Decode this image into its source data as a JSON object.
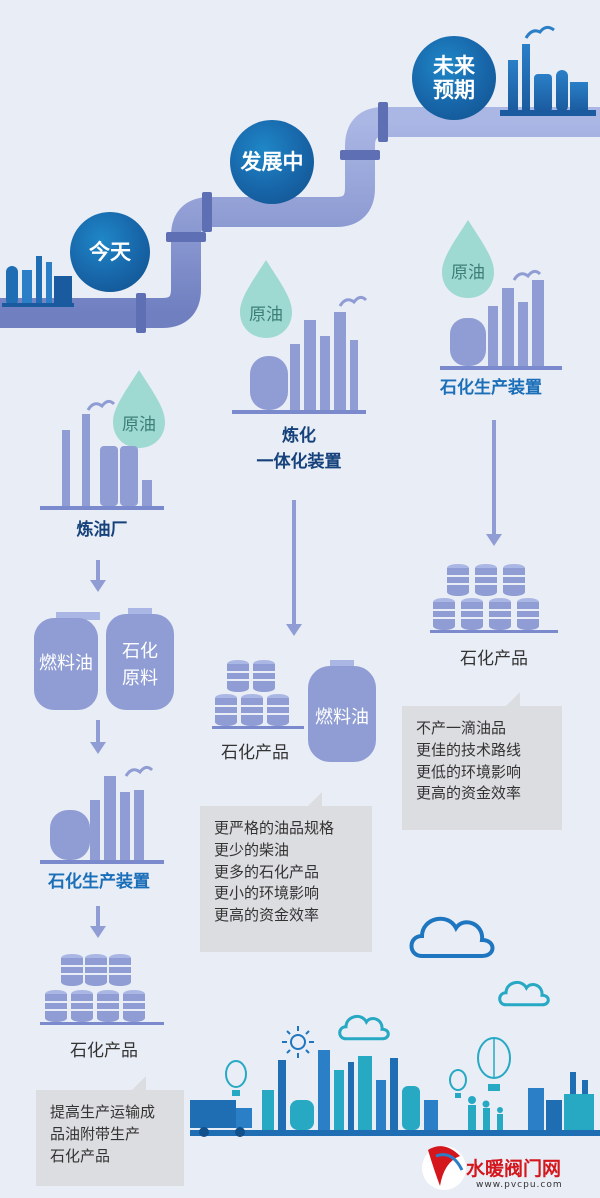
{
  "stages": {
    "today": "今天",
    "developing": "发展中",
    "future_line1": "未来",
    "future_line2": "预期"
  },
  "crude_oil_label": "原油",
  "columns": {
    "refinery": {
      "unit_name": "炼油厂",
      "tank_fuel": "燃料油",
      "tank_petchem_line1": "石化",
      "tank_petchem_line2": "原料",
      "second_unit": "石化生产装置",
      "product_label": "石化产品",
      "notes": [
        "提高生产运输成",
        "品油附带生产",
        "石化产品"
      ]
    },
    "integrated": {
      "unit_line1": "炼化",
      "unit_line2": "一体化装置",
      "product_label": "石化产品",
      "tank_fuel": "燃料油",
      "notes": [
        "更严格的油品规格",
        "更少的柴油",
        "更多的石化产品",
        "更小的环境影响",
        "更高的资金效率"
      ]
    },
    "future": {
      "unit_name": "石化生产装置",
      "product_label": "石化产品",
      "notes": [
        "不产一滴油品",
        "更佳的技术路线",
        "更低的环境影响",
        "更高的资金效率"
      ]
    }
  },
  "watermark": {
    "brand": "水暖阀门网",
    "url": "www.pvcpu.com"
  },
  "colors": {
    "background": "#e9edf6",
    "pipe": "#8f9dd4",
    "stage_blue": "#1765a8",
    "drop_teal": "#9ed9d2",
    "equipment": "#8f9dd4",
    "label_blue": "#1a6fb8",
    "note_gray": "#dcdde0",
    "skyline_teal": "#27a9c4"
  }
}
